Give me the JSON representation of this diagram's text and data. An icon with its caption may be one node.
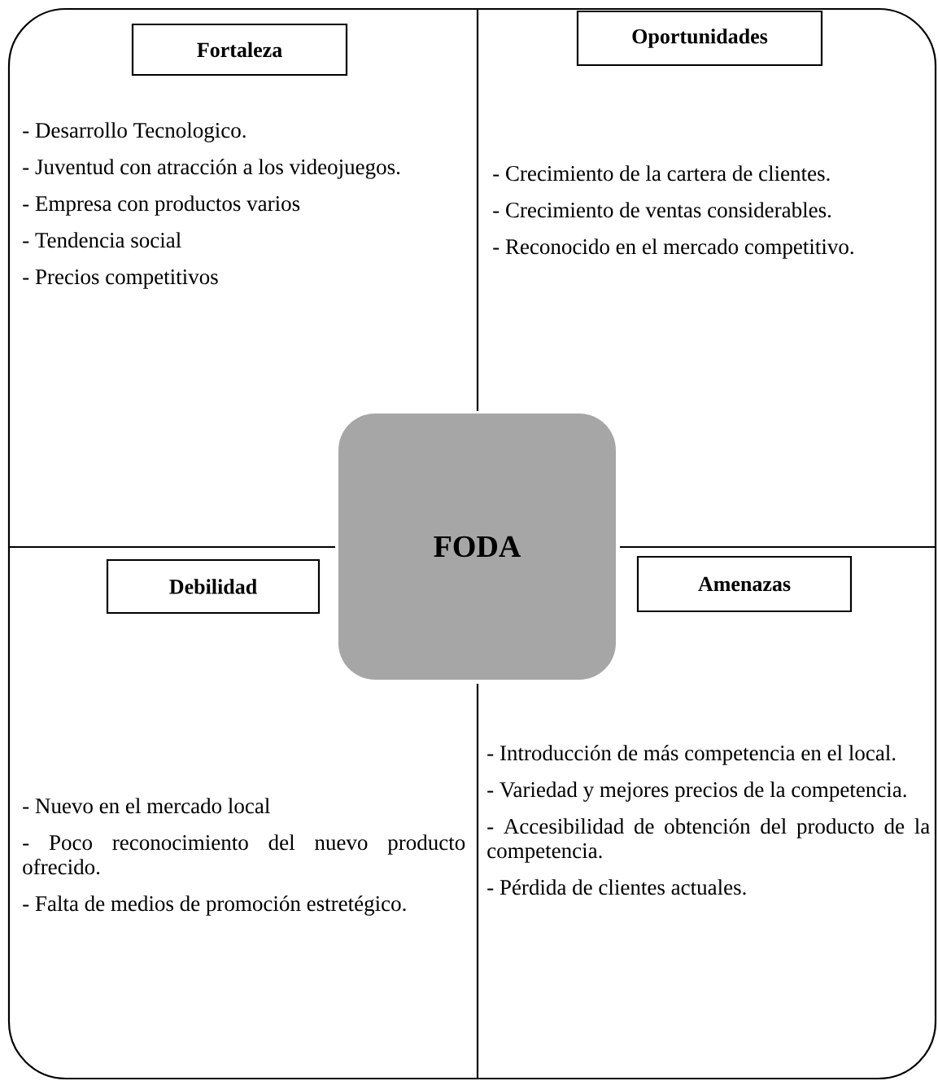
{
  "diagram": {
    "nodes": [
      {
        "text": [
          "Fortaleza"
        ]
      },
      {
        "text": [
          "Oportunidades"
        ]
      },
      {
        "text": [
          "FODA"
        ]
      },
      {
        "text": [
          "Debilidad"
        ]
      },
      {
        "text": [
          "Amenazas"
        ]
      }
    ],
    "labels": [
      "- Desarrollo Tecnologico.",
      "- Juventud con atracción a los videojuegos.",
      "- Empresa con productos varios",
      "- Tendencia social",
      "- Precios competitivos",
      "- Crecimiento de la cartera de clientes.",
      "- Crecimiento de ventas considerables.",
      "- Reconocido en el mercado competitivo.",
      "- Nuevo en el mercado local",
      "- Poco reconocimiento del nuevo producto ofrecido.",
      "- Falta de medios de promoción estretégico.",
      "- Introducción de más competencia en el local.",
      "- Variedad y mejores precios de la competencia.",
      "- Accesibilidad de obtención del producto de la competencia.",
      "- Pérdida de clientes actuales."
    ]
  }
}
